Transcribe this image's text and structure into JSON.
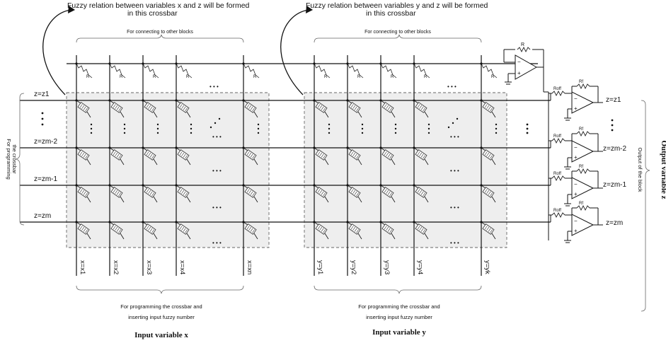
{
  "top_title_x": "Fuzzy relation between variables x and z will be formed",
  "top_title_x_2": "in this crossbar",
  "top_title_y": "Fuzzy relation between variables y and z will be formed",
  "top_title_y_2": "in this crossbar",
  "connect_label": "For connecting to other blocks",
  "prog_label_1": "For programming the crossbar and",
  "prog_label_2": "inserting input fuzzy number",
  "input_x_label": "Input variable x",
  "input_y_label": "Input variable y",
  "left_side_1": "For programming",
  "left_side_2": "the crossbar",
  "output_side_label": "Output of the block",
  "output_variable_label": "Output variable z",
  "resistor_top": "R",
  "resistor_f": "Rf",
  "resistor_off": "Roff",
  "row_labels_left": [
    "z=z1",
    "z=zm-2",
    "z=zm-1",
    "z=zm"
  ],
  "row_labels_right": [
    "z=z1",
    "z=zm-2",
    "z=zm-1",
    "z=zm"
  ],
  "col_labels_x": [
    "x=x1",
    "x=x2",
    "x=x3",
    "x=x4",
    "x=xn"
  ],
  "col_labels_y": [
    "y=y1",
    "y=y2",
    "y=y3",
    "y=y4",
    "y=yk"
  ],
  "dots": "• • •"
}
